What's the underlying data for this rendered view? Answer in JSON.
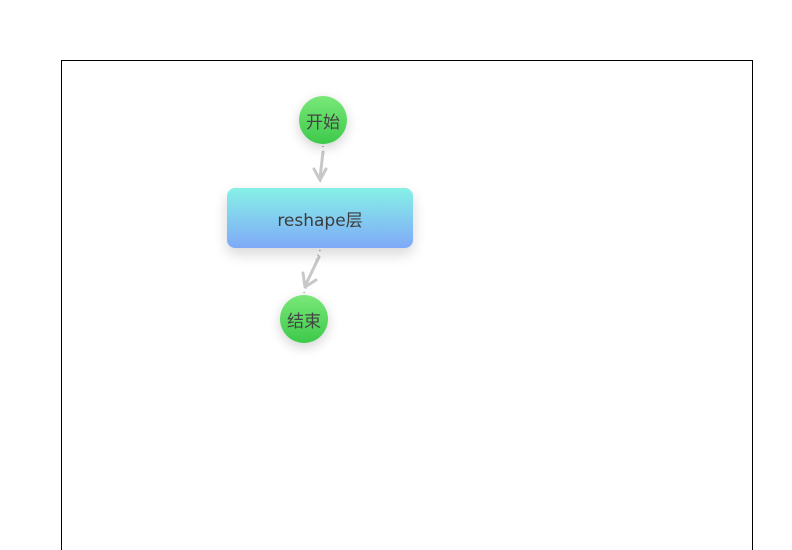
{
  "diagram": {
    "nodes": [
      {
        "id": "start",
        "label": "开始",
        "shape": "circle",
        "color_top": "#7ae87a",
        "color_bottom": "#3dc94a"
      },
      {
        "id": "reshape",
        "label": "reshape层",
        "shape": "rounded-rect",
        "color_top": "#86f1e6",
        "color_bottom": "#7fa9f8"
      },
      {
        "id": "end",
        "label": "结束",
        "shape": "circle",
        "color_top": "#7ae87a",
        "color_bottom": "#3dc94a"
      }
    ],
    "edges": [
      {
        "from": "start",
        "to": "reshape"
      },
      {
        "from": "reshape",
        "to": "end"
      }
    ],
    "edge_color": "#c8c8c8"
  }
}
